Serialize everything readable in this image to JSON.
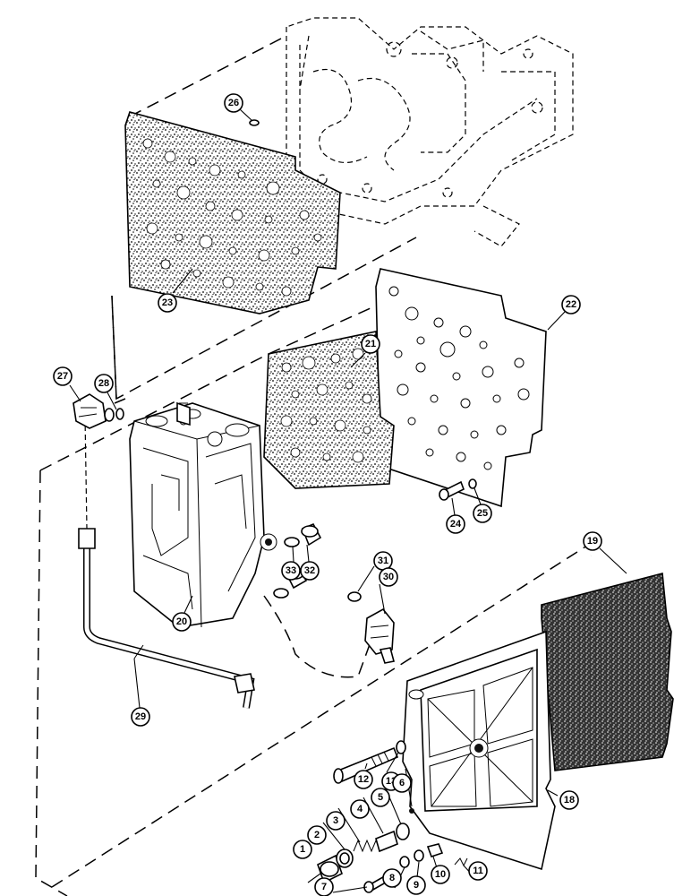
{
  "callouts": [
    {
      "id": "c1",
      "label": "1"
    },
    {
      "id": "c2",
      "label": "2"
    },
    {
      "id": "c3",
      "label": "3"
    },
    {
      "id": "c4",
      "label": "4"
    },
    {
      "id": "c5",
      "label": "5"
    },
    {
      "id": "c6",
      "label": "6"
    },
    {
      "id": "c7",
      "label": "7"
    },
    {
      "id": "c8",
      "label": "8"
    },
    {
      "id": "c9",
      "label": "9"
    },
    {
      "id": "c10",
      "label": "10"
    },
    {
      "id": "c11",
      "label": "11"
    },
    {
      "id": "c12",
      "label": "12"
    },
    {
      "id": "c13",
      "label": "13"
    },
    {
      "id": "c18",
      "label": "18"
    },
    {
      "id": "c19",
      "label": "19"
    },
    {
      "id": "c20",
      "label": "20"
    },
    {
      "id": "c21",
      "label": "21"
    },
    {
      "id": "c22",
      "label": "22"
    },
    {
      "id": "c23",
      "label": "23"
    },
    {
      "id": "c24",
      "label": "24"
    },
    {
      "id": "c25",
      "label": "25"
    },
    {
      "id": "c26",
      "label": "26"
    },
    {
      "id": "c27",
      "label": "27"
    },
    {
      "id": "c28",
      "label": "28"
    },
    {
      "id": "c29",
      "label": "29"
    },
    {
      "id": "c30",
      "label": "30"
    },
    {
      "id": "c31",
      "label": "31"
    },
    {
      "id": "c32",
      "label": "32"
    },
    {
      "id": "c33",
      "label": "33"
    }
  ]
}
